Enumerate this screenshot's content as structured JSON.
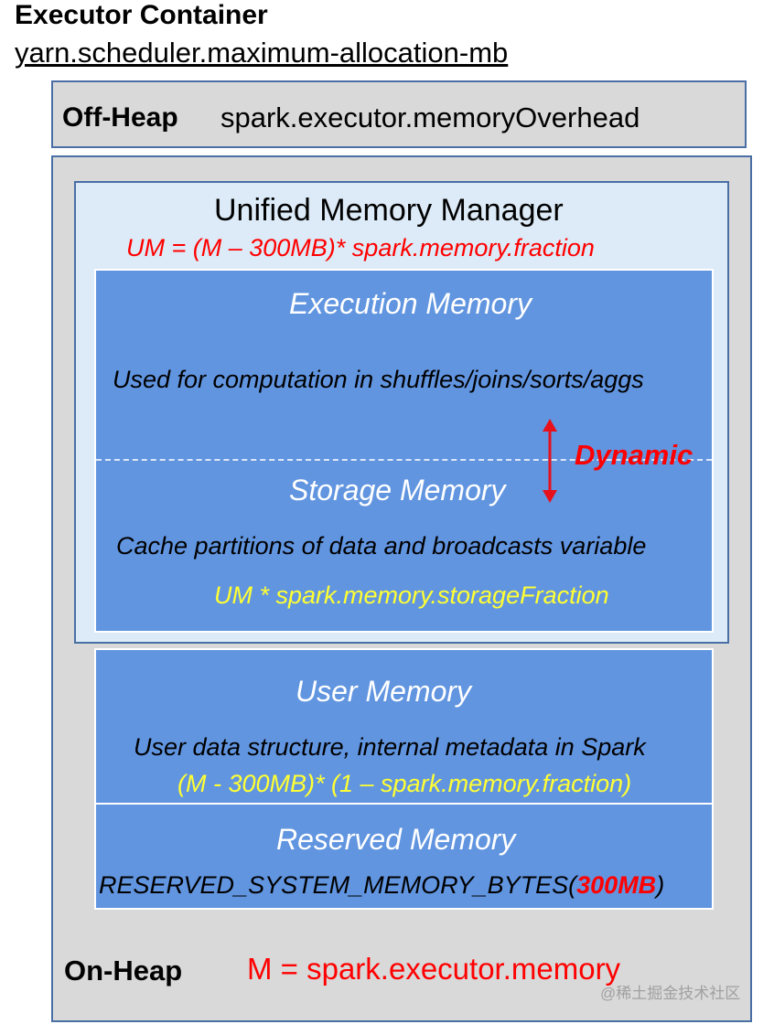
{
  "container": {
    "title": "Executor Container",
    "subtitle": "yarn.scheduler.maximum-allocation-mb"
  },
  "off_heap": {
    "label": "Off-Heap",
    "value": "spark.executor.memoryOverhead"
  },
  "unified": {
    "title": "Unified Memory Manager",
    "formula": "UM = (M – 300MB)* spark.memory.fraction"
  },
  "execution": {
    "title": "Execution Memory",
    "description": "Used for computation in shuffles/joins/sorts/aggs"
  },
  "dynamic": {
    "label": "Dynamic"
  },
  "storage": {
    "title": "Storage Memory",
    "description": "Cache partitions of data and broadcasts variable",
    "formula": "UM * spark.memory.storageFraction"
  },
  "user": {
    "title": "User Memory",
    "description": "User data structure, internal metadata in Spark",
    "formula": "(M  - 300MB)* (1 – spark.memory.fraction)"
  },
  "reserved": {
    "title": "Reserved Memory",
    "formula_prefix": "RESERVED_SYSTEM_MEMORY_BYTES(",
    "formula_value": "300MB",
    "formula_suffix": ")"
  },
  "on_heap": {
    "label": "On-Heap",
    "value": "M = spark.executor.memory"
  },
  "watermark": "@稀土掘金技术社区",
  "colors": {
    "container_gray": "#d9d9d9",
    "unified_bg": "#dcebf7",
    "memory_blue": "#6195e0",
    "formula_red": "#ff0000",
    "formula_yellow": "#ffff33"
  }
}
